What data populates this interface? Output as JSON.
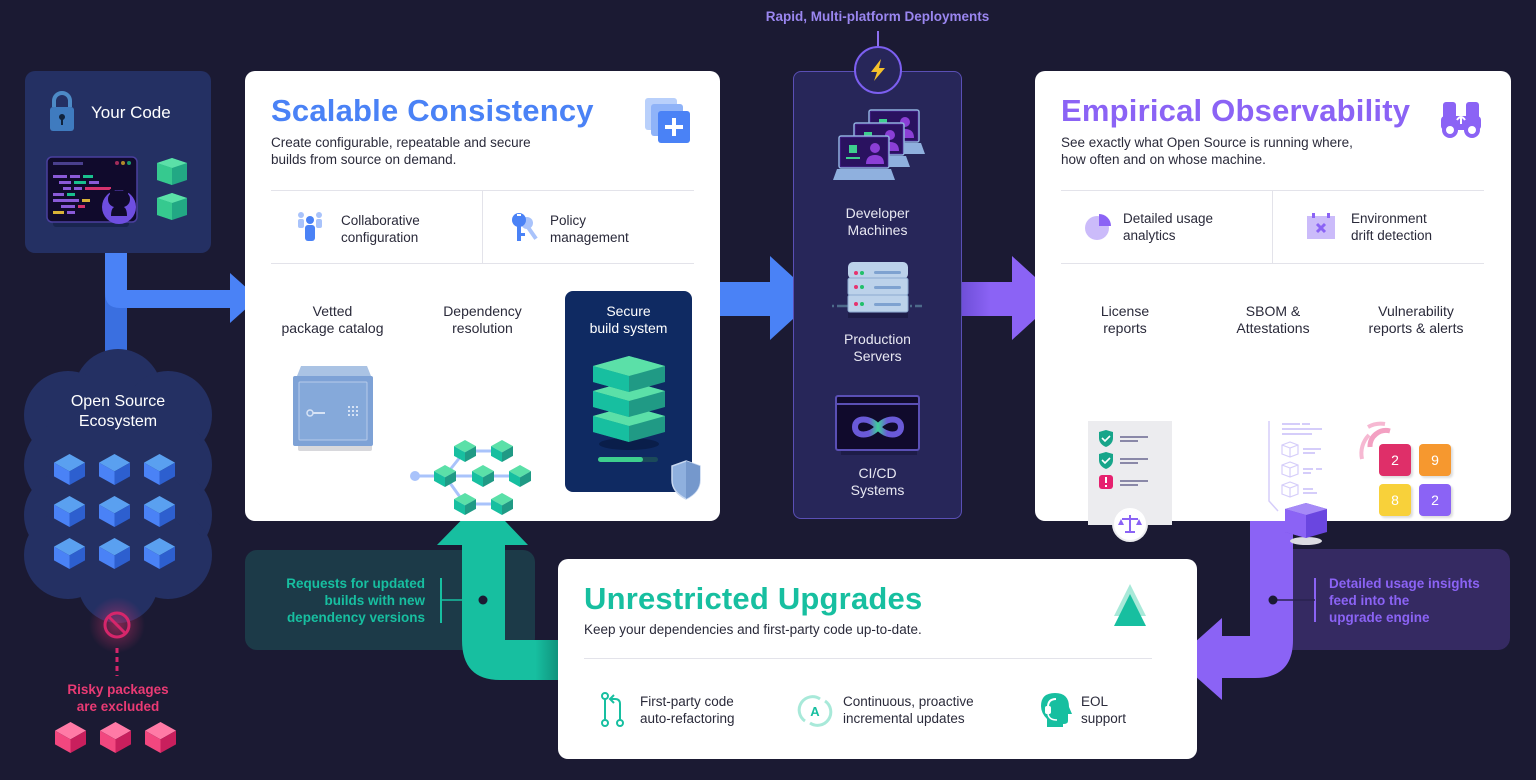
{
  "colors": {
    "background": "#1b1a33",
    "blue_accent": "#4a82f6",
    "purple_accent": "#8b63f5",
    "teal_accent": "#17bfa0",
    "risk_pink": "#e6336f"
  },
  "your_code": {
    "title": "Your Code"
  },
  "ecosystem": {
    "title_line1": "Open Source",
    "title_line2": "Ecosystem",
    "risk_line1": "Risky packages",
    "risk_line2": "are excluded"
  },
  "scalable": {
    "title": "Scalable Consistency",
    "subtitle_line1": "Create configurable, repeatable and secure",
    "subtitle_line2": "builds from source on demand.",
    "features": [
      {
        "line1": "Collaborative",
        "line2": "configuration",
        "icon": "people-icon"
      },
      {
        "line1": "Policy",
        "line2": "management",
        "icon": "keys-icon"
      }
    ],
    "items": [
      {
        "line1": "Vetted",
        "line2": "package catalog",
        "icon": "safe-icon"
      },
      {
        "line1": "Dependency",
        "line2": "resolution",
        "icon": "dependency-graph-icon"
      },
      {
        "line1": "Secure",
        "line2": "build system",
        "icon": "build-stack-icon"
      }
    ]
  },
  "deployments": {
    "header": "Rapid, Multi-platform Deployments",
    "targets": [
      {
        "line1": "Developer",
        "line2": "Machines",
        "icon": "laptops-icon"
      },
      {
        "line1": "Production",
        "line2": "Servers",
        "icon": "server-icon"
      },
      {
        "line1": "CI/CD",
        "line2": "Systems",
        "icon": "infinity-icon"
      }
    ]
  },
  "observability": {
    "title": "Empirical Observability",
    "subtitle_line1": "See exactly what Open Source is running where,",
    "subtitle_line2": "how often and on whose machine.",
    "features": [
      {
        "line1": "Detailed usage",
        "line2": "analytics",
        "icon": "pie-chart-icon"
      },
      {
        "line1": "Environment",
        "line2": "drift detection",
        "icon": "calendar-x-icon"
      }
    ],
    "items": [
      {
        "line1": "License",
        "line2": "reports",
        "icon": "license-report-icon"
      },
      {
        "line1": "SBOM &",
        "line2": "Attestations",
        "icon": "sbom-icon"
      },
      {
        "line1": "Vulnerability",
        "line2": "reports & alerts",
        "icon": "vulnerability-grid-icon"
      }
    ],
    "vuln_counts": [
      "2",
      "9",
      "8",
      "2"
    ]
  },
  "upgrades": {
    "title": "Unrestricted Upgrades",
    "subtitle": "Keep your dependencies and first-party code up-to-date.",
    "features": [
      {
        "line1": "First-party code",
        "line2": "auto-refactoring",
        "icon": "git-branch-icon"
      },
      {
        "line1": "Continuous, proactive",
        "line2": "incremental updates",
        "icon": "refresh-a-icon"
      },
      {
        "line1": "EOL",
        "line2": "support",
        "icon": "support-head-icon"
      }
    ]
  },
  "callouts": {
    "requests": {
      "line1": "Requests for updated",
      "line2": "builds with new",
      "line3": "dependency versions"
    },
    "insights": {
      "line1": "Detailed usage insights",
      "line2": "feed into the",
      "line3": "upgrade engine"
    }
  }
}
